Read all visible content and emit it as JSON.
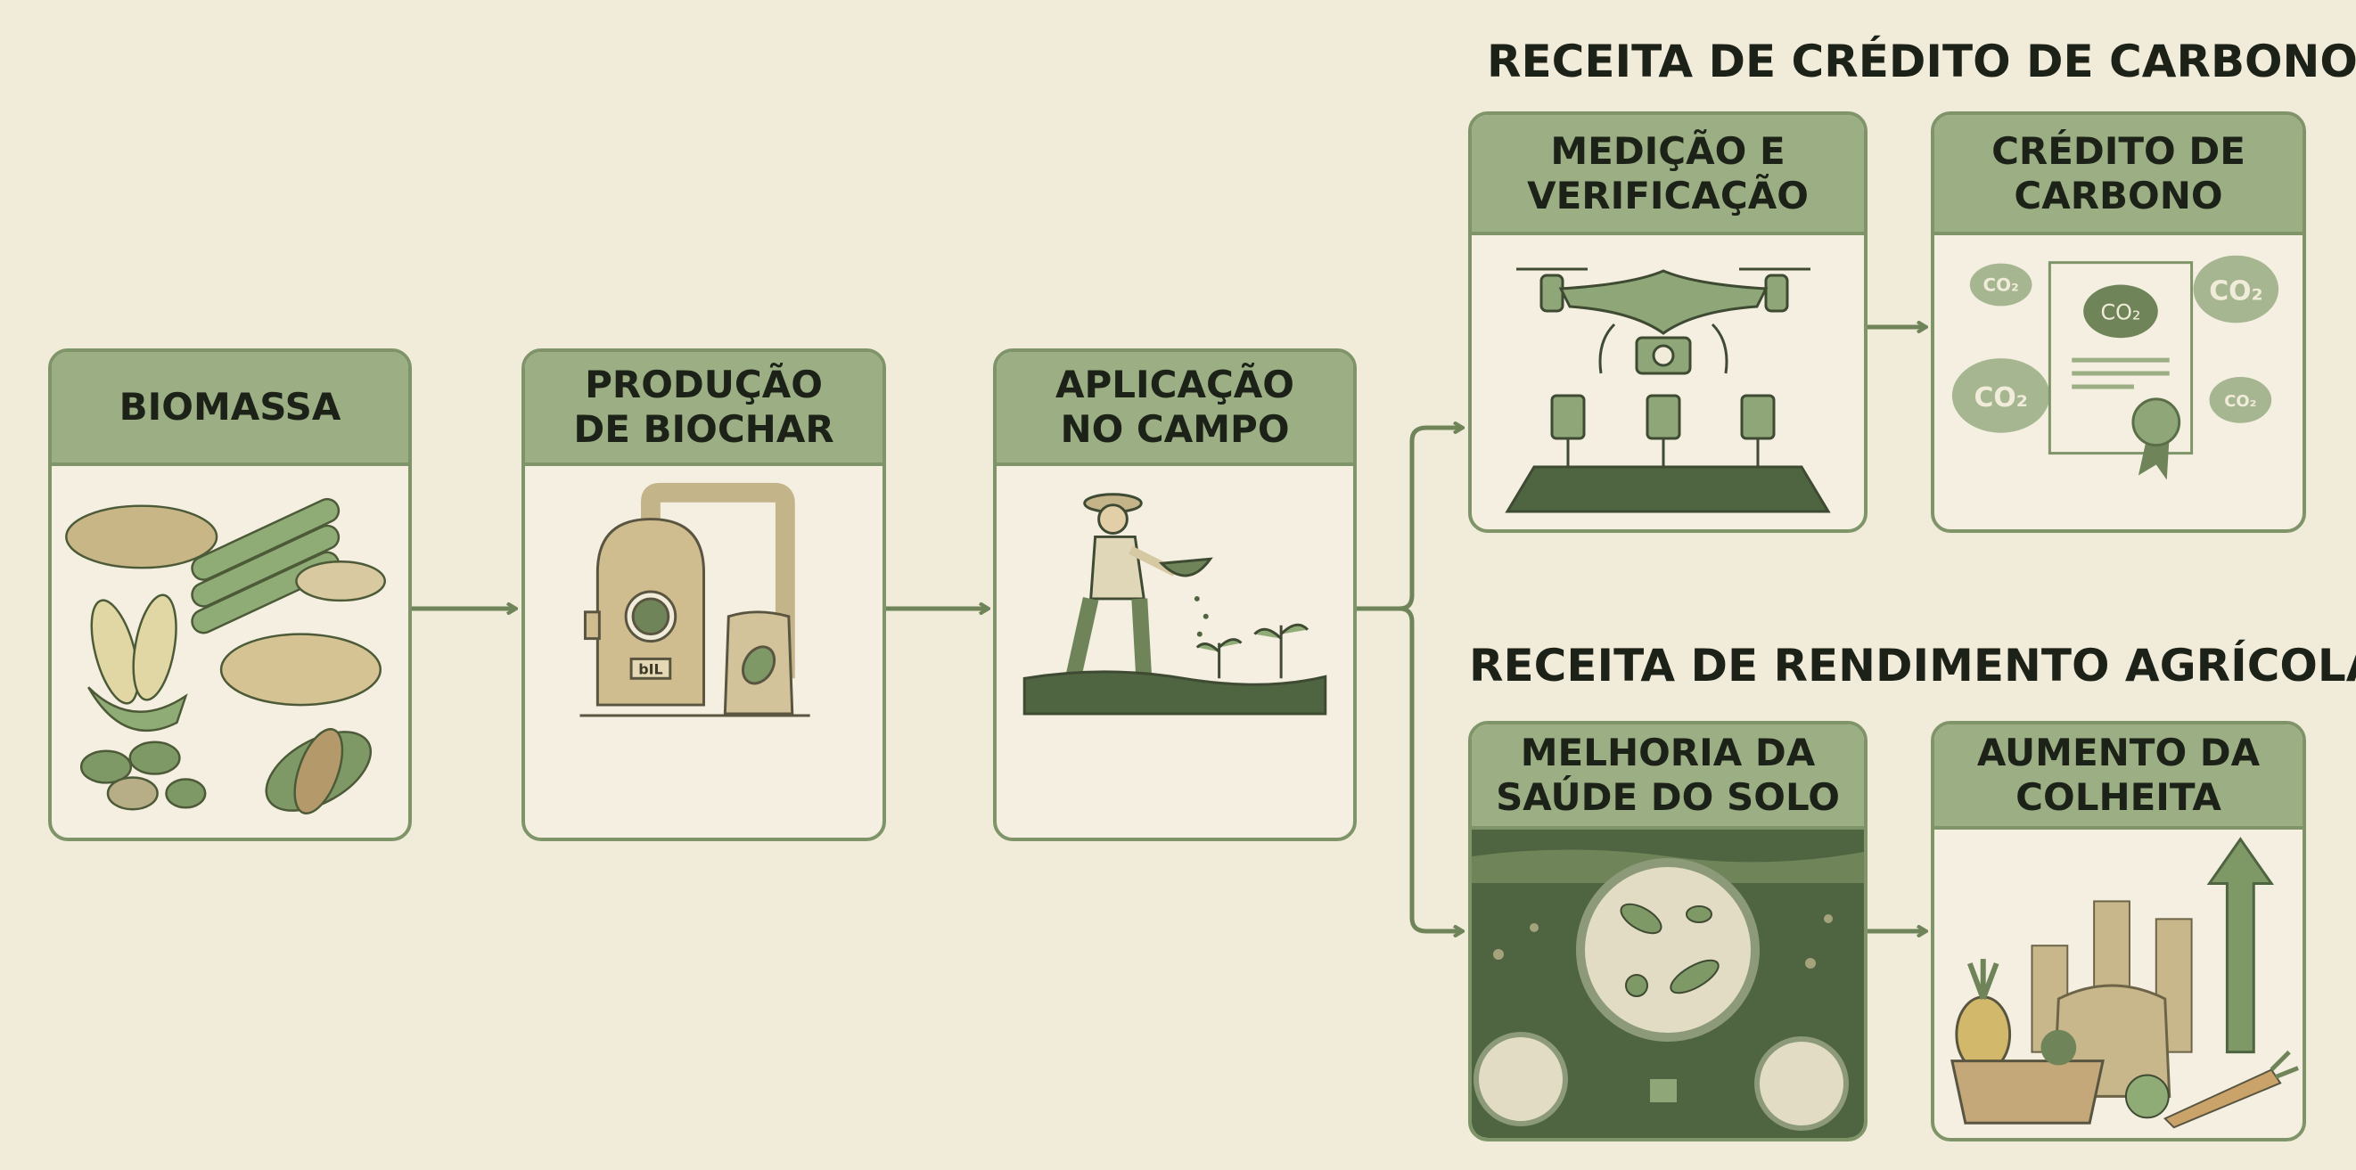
{
  "sections": {
    "carbon_credit_title": "RECEITA DE CRÉDITO DE CARBONO",
    "agri_yield_title": "RECEITA DE RENDIMENTO AGRÍCOLA"
  },
  "steps": {
    "biomass": {
      "title": "BIOMASSA",
      "icon": "biomass-crops-icon"
    },
    "biochar": {
      "title": "PRODUÇÃO DE BIOCHAR",
      "icon": "pyrolysis-reactor-icon",
      "reactor_label": "bIL"
    },
    "field": {
      "title": "APLICAÇÃO NO CAMPO",
      "icon": "farmer-spreading-icon"
    },
    "mrv": {
      "title": "MEDIÇÃO E VERIFICAÇÃO",
      "icon": "drone-sensors-icon"
    },
    "credit": {
      "title": "CRÉDITO DE CARBONO",
      "icon": "certificate-co2-icon",
      "co2_label": "CO₂"
    },
    "soil": {
      "title": "MELHORIA DA SAÚDE DO SOLO",
      "icon": "soil-microbes-icon"
    },
    "harvest": {
      "title": "AUMENTO DA COLHEITA",
      "icon": "harvest-growth-icon"
    }
  },
  "colors": {
    "background": "#f1ebda",
    "header_green": "#9bae84",
    "border_green": "#7f9569",
    "dark_green": "#4f6440",
    "text": "#1d2218"
  }
}
